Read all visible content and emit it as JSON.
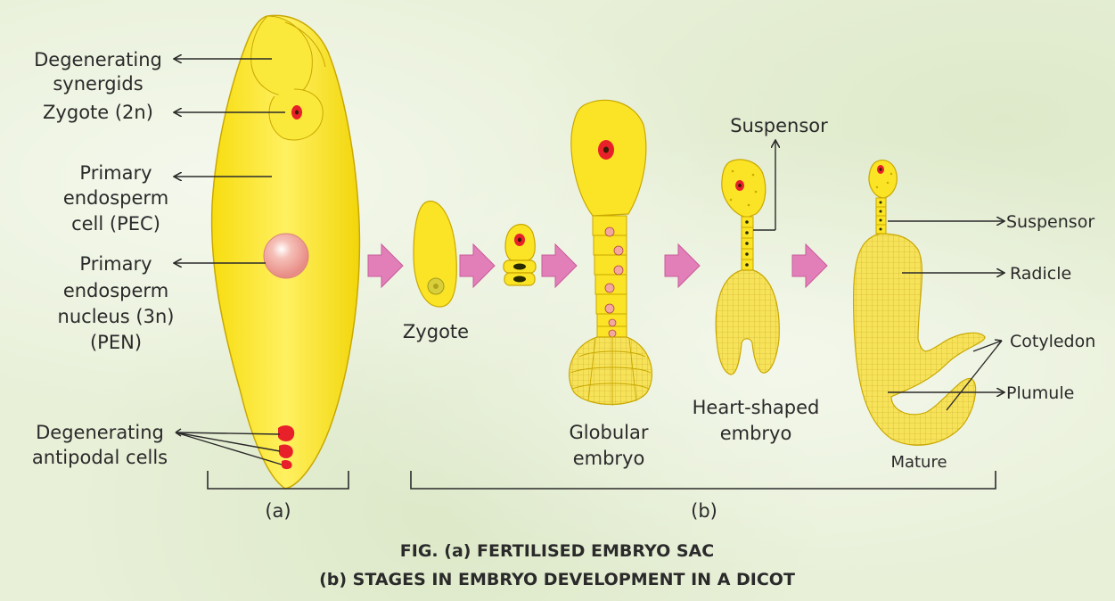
{
  "labels": {
    "synergids_1": "Degenerating",
    "synergids_2": "synergids",
    "zygote_2n": "Zygote (2n)",
    "pec_1": "Primary",
    "pec_2": "endosperm",
    "pec_3": "cell (PEC)",
    "pen_1": "Primary",
    "pen_2": "endosperm",
    "pen_3": "nucleus (3n)",
    "pen_4": "(PEN)",
    "antipodal_1": "Degenerating",
    "antipodal_2": "antipodal cells",
    "part_a": "(a)",
    "part_b": "(b)",
    "zygote": "Zygote",
    "globular_1": "Globular",
    "globular_2": "embryo",
    "suspensor_top": "Suspensor",
    "heart_1": "Heart-shaped",
    "heart_2": "embryo",
    "mature": "Mature",
    "suspensor_right": "Suspensor",
    "radicle": "Radicle",
    "cotyledon": "Cotyledon",
    "plumule": "Plumule"
  },
  "caption": {
    "line1": "FIG. (a) FERTILISED EMBRYO SAC",
    "line2": "(b) STAGES IN EMBRYO DEVELOPMENT IN A DICOT"
  },
  "colors": {
    "cell_fill": "#fbe425",
    "cell_stroke": "#c9a800",
    "nucleus_red": "#e8202a",
    "pen_pink": "#f2a8a0",
    "arrow_pink": "#e37fb8",
    "text": "#2a2a2a"
  }
}
